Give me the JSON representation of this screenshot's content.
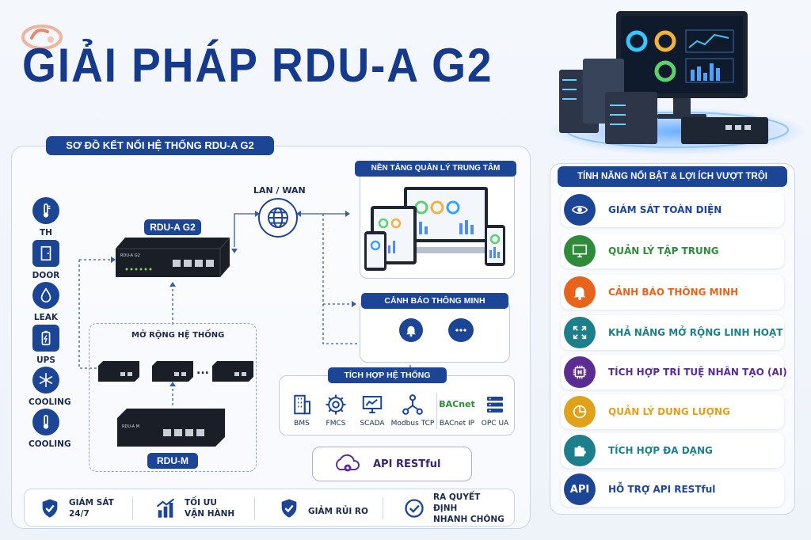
{
  "header": {
    "title": "GIẢI PHÁP RDU-A G2"
  },
  "diagram": {
    "title": "SƠ ĐỒ KẾT NỐI HỆ THỐNG RDU-A G2",
    "sensors": [
      {
        "label": "TH",
        "icon": "thermometer-icon"
      },
      {
        "label": "DOOR",
        "icon": "door-icon"
      },
      {
        "label": "LEAK",
        "icon": "water-drop-icon"
      },
      {
        "label": "UPS",
        "icon": "battery-icon"
      },
      {
        "label": "COOLING",
        "icon": "snowflake-icon"
      },
      {
        "label": "COOLING",
        "icon": "thermometer-icon"
      }
    ],
    "main_device": "RDU-A G2",
    "main_device_plate": "RDU-A G2",
    "network": "LAN / WAN",
    "expansion": {
      "label": "MỞ RỘNG HỆ THỐNG",
      "ellipsis": "...",
      "device": "RDU-M",
      "device_plate": "RDU-A M"
    },
    "management": {
      "label": "NỀN TẢNG QUẢN LÝ TRUNG TÂM"
    },
    "alerts": {
      "label": "CẢNH BÁO THÔNG MINH"
    },
    "integration": {
      "label": "TÍCH HỢP HỆ THỐNG",
      "protocols": [
        {
          "label": "BMS",
          "icon": "building-icon"
        },
        {
          "label": "FMCS",
          "icon": "gear-icon"
        },
        {
          "label": "SCADA",
          "icon": "monitor-chart-icon"
        },
        {
          "label": "Modbus TCP",
          "icon": "network-nodes-icon"
        },
        {
          "label": "BACnet IP",
          "icon": "bacnet-logo",
          "logo_text": "BACnet"
        },
        {
          "label": "OPC UA",
          "icon": "server-rack-icon"
        }
      ]
    },
    "api": "API RESTful"
  },
  "benefits": [
    {
      "line1": "GIÁM SÁT",
      "line2": "24/7",
      "icon": "shield-check-icon"
    },
    {
      "line1": "TỐI ƯU",
      "line2": "VẬN HÀNH",
      "icon": "bar-chart-icon"
    },
    {
      "line1": "GIẢM RỦI RO",
      "line2": "",
      "icon": "shield-check-icon"
    },
    {
      "line1": "RA QUYẾT ĐỊNH",
      "line2": "NHANH CHÓNG",
      "icon": "check-circle-icon"
    }
  ],
  "features_panel": {
    "title": "TÍNH NĂNG NỔI BẬT & LỢI ÍCH VƯỢT TRỘI",
    "items": [
      {
        "label": "GIÁM SÁT TOÀN DIỆN",
        "icon": "eye-icon",
        "color": "#1c4596"
      },
      {
        "label": "QUẢN LÝ TẬP TRUNG",
        "icon": "monitor-icon",
        "color": "#2e8b3a"
      },
      {
        "label": "CẢNH BÁO THÔNG MINH",
        "icon": "bell-icon",
        "color": "#e8631c"
      },
      {
        "label": "KHẢ NĂNG MỞ RỘNG LINH HOẠT",
        "icon": "expand-icon",
        "color": "#1d7f8c"
      },
      {
        "label": "TÍCH HỢP TRÍ TUỆ NHÂN TẠO (AI)",
        "icon": "ai-chip-icon",
        "color": "#5b2c91"
      },
      {
        "label": "QUẢN LÝ DUNG LƯỢNG",
        "icon": "pie-icon",
        "color": "#e0a21b"
      },
      {
        "label": "TÍCH HỢP ĐA DẠNG",
        "icon": "puzzle-icon",
        "color": "#1d7f8c"
      },
      {
        "label": "HỖ TRỢ API RESTful",
        "icon": "api-icon",
        "icon_text": "API",
        "color": "#1c4596"
      }
    ]
  },
  "colors": {
    "primary": "#1c4596",
    "title": "#153a8c",
    "border": "#c9d6ea"
  }
}
